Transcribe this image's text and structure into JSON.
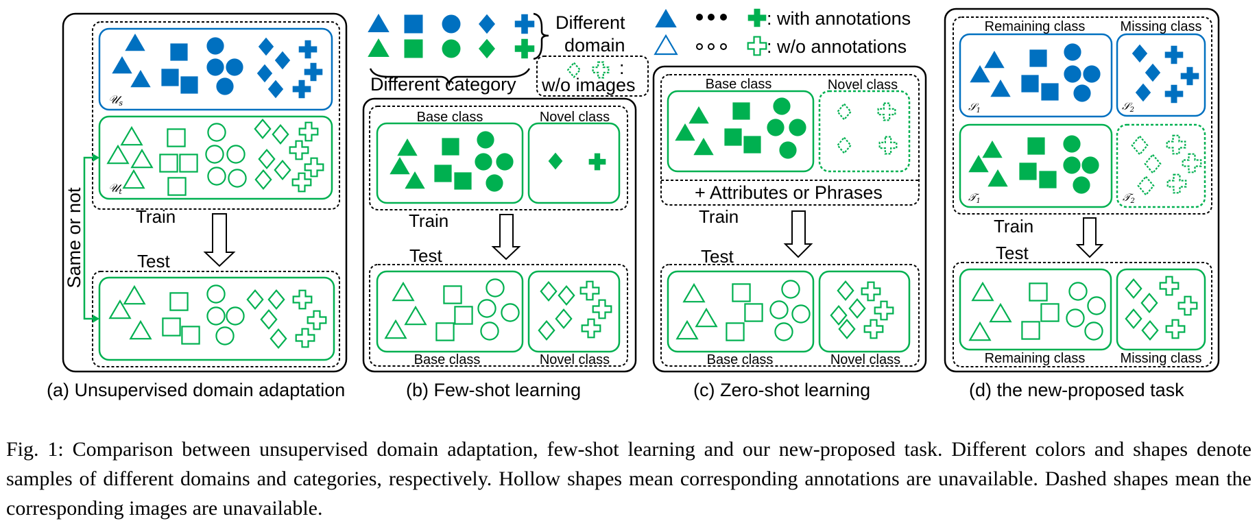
{
  "colors": {
    "blue": "#0070C0",
    "green": "#00B050",
    "black": "#000000"
  },
  "legend": {
    "category_label": "Different category",
    "domain_label_line1": "Different",
    "domain_label_line2": "domain",
    "no_images_colon": ":",
    "no_images_label": "w/o images",
    "with_annotations": ": with annotations",
    "without_annotations": ": w/o annotations",
    "shape_order": [
      "triangle",
      "square",
      "circle",
      "diamond",
      "cross"
    ]
  },
  "panels": {
    "a": {
      "subcaption": "(a) Unsupervised domain adaptation",
      "source_symbol": "𝒰",
      "source_sub": "s",
      "target_symbol": "𝒰",
      "target_sub": "t",
      "side_label": "Same or not",
      "train_label": "Train",
      "test_label": "Test"
    },
    "b": {
      "subcaption": "(b) Few-shot learning",
      "train_base_label": "Base class",
      "train_novel_label": "Novel class",
      "test_base_label": "Base class",
      "test_novel_label": "Novel class",
      "train_label": "Train",
      "test_label": "Test"
    },
    "c": {
      "subcaption": "(c) Zero-shot learning",
      "train_base_label": "Base class",
      "train_novel_label": "Novel class",
      "attributes_label": "+ Attributes or Phrases",
      "test_base_label": "Base class",
      "test_novel_label": "Novel class",
      "train_label": "Train",
      "test_label": "Test"
    },
    "d": {
      "subcaption": "(d) the new-proposed task",
      "train_remaining_label": "Remaining class",
      "train_missing_label": "Missing class",
      "s1_symbol": "𝒮",
      "s1_sub": "1",
      "s2_symbol": "𝒮",
      "s2_sub": "2",
      "t1_symbol": "𝒯",
      "t1_sub": "1",
      "t2_symbol": "𝒯",
      "t2_sub": "2",
      "test_remaining_label": "Remaining class",
      "test_missing_label": "Missing class",
      "train_label": "Train",
      "test_label": "Test"
    }
  },
  "caption": "Fig. 1: Comparison between unsupervised domain adaptation, few-shot learning and our new-proposed task. Different colors and shapes denote samples of different domains and categories, respectively. Hollow shapes mean corresponding annotations are unavailable. Dashed shapes mean the corresponding images are unavailable."
}
